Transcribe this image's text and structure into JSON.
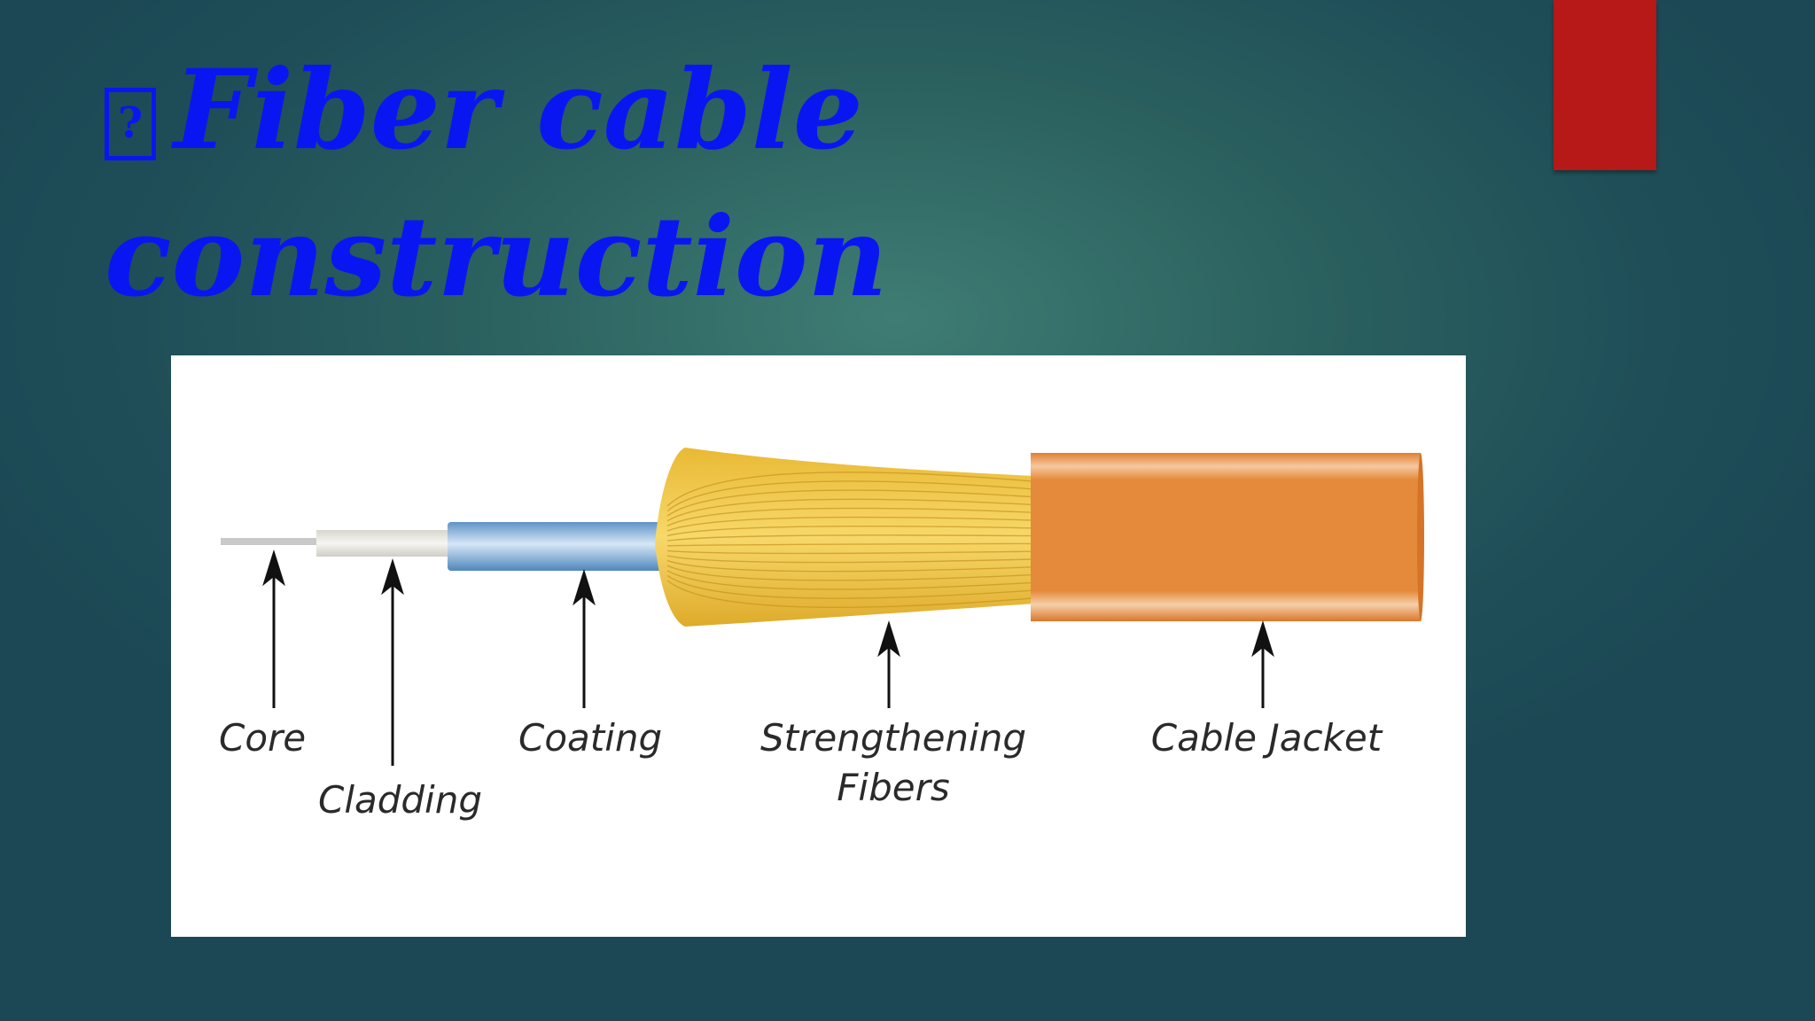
{
  "slide": {
    "title_line1": "Fiber cable",
    "title_line2": "construction",
    "bullet_glyph": "?"
  },
  "diagram": {
    "labels": {
      "core": "Core",
      "cladding": "Cladding",
      "coating": "Coating",
      "strengthening_line1": "Strengthening",
      "strengthening_line2": "Fibers",
      "jacket": "Cable Jacket"
    }
  },
  "colors": {
    "title": "#0a16f2",
    "accent_bar": "#b71818",
    "jacket": "#e58a3a",
    "strength_fibers": "#f1c84a",
    "coating": "#8fb8e0",
    "cladding": "#e4e2dc",
    "core": "#c8c8c8"
  }
}
